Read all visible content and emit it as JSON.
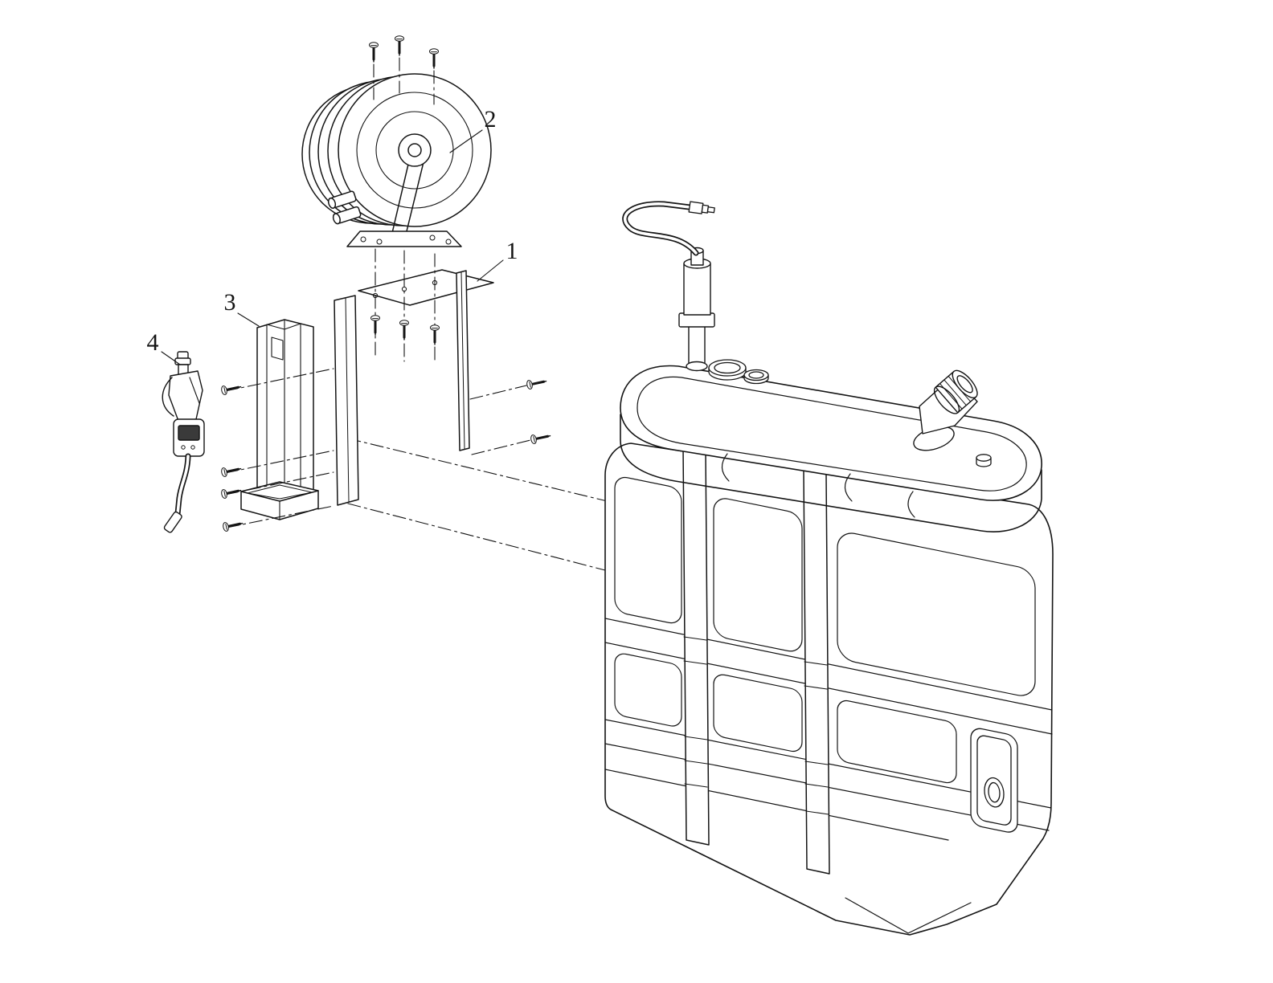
{
  "figure": {
    "background": "#ffffff",
    "line_color": "#141414",
    "callouts": [
      {
        "number": "1",
        "part": "mounting-post-bracket"
      },
      {
        "number": "2",
        "part": "hose-reel"
      },
      {
        "number": "3",
        "part": "channel-bracket-drip-tray"
      },
      {
        "number": "4",
        "part": "dispensing-nozzle-meter"
      }
    ]
  }
}
